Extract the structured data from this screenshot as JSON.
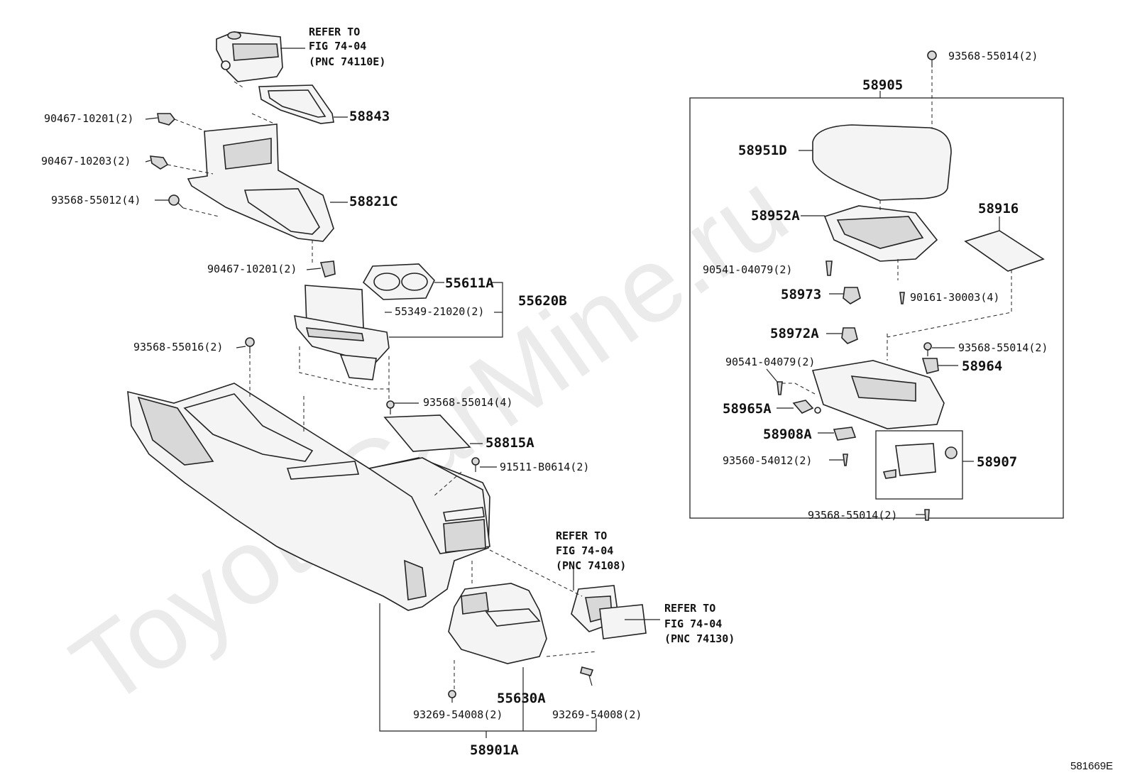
{
  "watermark": "ToyotaCarMine.ru",
  "figure_code": "581669E",
  "refs": {
    "top": [
      "REFER TO",
      "FIG 74-04",
      "(PNC 74110E)"
    ],
    "mid": [
      "REFER TO",
      "FIG 74-04",
      "(PNC 74108)"
    ],
    "bottom": [
      "REFER TO",
      "FIG 74-04",
      "(PNC 74130)"
    ]
  },
  "labels": {
    "p58843": "58843",
    "p90467_10201_a": "90467-10201(2)",
    "p90467_10203": "90467-10203(2)",
    "p93568_55012": "93568-55012(4)",
    "p58821C": "58821C",
    "p90467_10201_b": "90467-10201(2)",
    "p55611A": "55611A",
    "p55349": "55349-21020(2)",
    "p55620B": "55620B",
    "p93568_55016": "93568-55016(2)",
    "p93568_55014_4": "93568-55014(4)",
    "p58815A": "58815A",
    "p91511": "91511-B0614(2)",
    "p93269_left": "93269-54008(2)",
    "p93269_right": "93269-54008(2)",
    "p55630A": "55630A",
    "p58901A": "58901A",
    "p93568_55014_top": "93568-55014(2)",
    "p58905": "58905",
    "p58951D": "58951D",
    "p58952A": "58952A",
    "p58916": "58916",
    "p90541_a": "90541-04079(2)",
    "p58973": "58973",
    "p90161": "90161-30003(4)",
    "p58972A": "58972A",
    "p93568_55014_r": "93568-55014(2)",
    "p90541_b": "90541-04079(2)",
    "p58964": "58964",
    "p58965A": "58965A",
    "p58908A": "58908A",
    "p93560": "93560-54012(2)",
    "p58907": "58907",
    "p93568_55014_bottom": "93568-55014(2)"
  }
}
